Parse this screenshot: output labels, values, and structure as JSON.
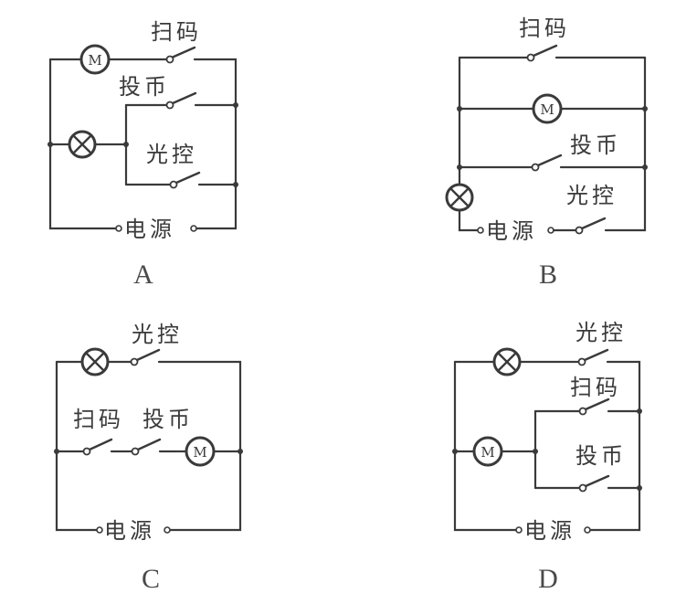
{
  "labels": {
    "scan": "扫码",
    "coin": "投币",
    "light": "光控",
    "power": "电源",
    "motor": "M"
  },
  "options": [
    {
      "letter": "A",
      "description": "Motor in series with 扫码 switch; lamp in series with (投币 ∥ 光控); the two branches in parallel across 电源"
    },
    {
      "letter": "B",
      "description": "扫码 switch, motor, and 投币 switch in parallel; that group in series with lamp, 电源 and 光控 switch"
    },
    {
      "letter": "C",
      "description": "Lamp in series with 光控 switch; motor in series with 扫码 and 投币 switches; the two branches in parallel across 电源"
    },
    {
      "letter": "D",
      "description": "Lamp in series with 光控 switch; motor in series with (扫码 ∥ 投币); the two branches in parallel across 电源"
    }
  ],
  "colors": {
    "line": "#3a3a3a",
    "background": "#ffffff"
  }
}
